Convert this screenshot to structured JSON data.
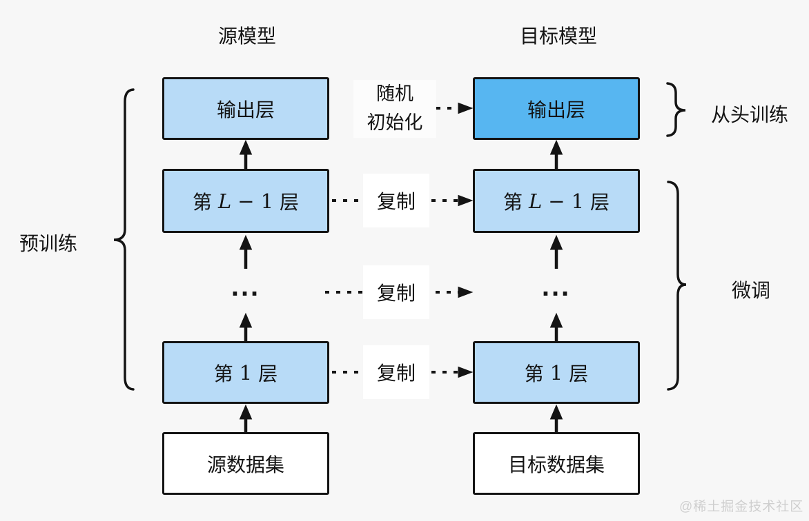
{
  "titles": {
    "source": "源模型",
    "target": "目标模型"
  },
  "source_model": {
    "output_layer": "输出层",
    "layer_l1": {
      "pre": "第",
      "var": "L",
      "minus": "−",
      "num": "1",
      "post": "层"
    },
    "ellipsis": "...",
    "layer_1": {
      "pre": "第",
      "num": "1",
      "post": "层"
    },
    "dataset": "源数据集"
  },
  "target_model": {
    "output_layer": "输出层",
    "layer_l1": {
      "pre": "第",
      "var": "L",
      "minus": "−",
      "num": "1",
      "post": "层"
    },
    "ellipsis": "...",
    "layer_1": {
      "pre": "第",
      "num": "1",
      "post": "层"
    },
    "dataset": "目标数据集"
  },
  "annotations": {
    "pretrain": "预训练",
    "train_from_scratch": "从头训练",
    "finetune": "微调",
    "random_init": {
      "line1": "随机",
      "line2": "初始化"
    },
    "copy": "复制"
  },
  "watermark": "@稀土掘金技术社区",
  "colors": {
    "background": "#f7f7f7",
    "pretrained_layer_fill": "#b8dbf7",
    "new_layer_fill": "#57b6f1",
    "dataset_fill": "#ffffff",
    "stroke": "#141414",
    "watermark_gray": "#cfcfcf"
  }
}
